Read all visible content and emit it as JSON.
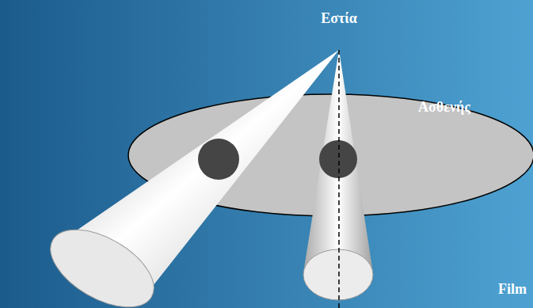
{
  "diagram": {
    "labels": [
      "Εστία",
      "Ασθενής",
      "Film"
    ]
  }
}
